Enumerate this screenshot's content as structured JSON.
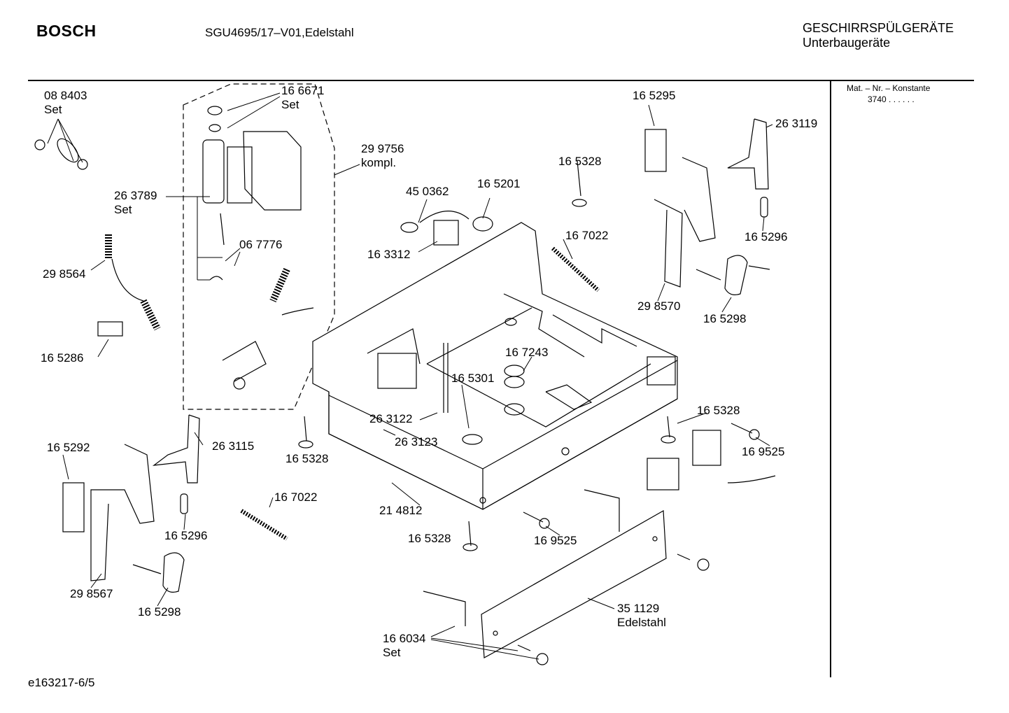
{
  "header": {
    "brand": "BOSCH",
    "model": "SGU4695/17–V01,Edelstahl",
    "category_line1": "GESCHIRRSPÜLGERÄTE",
    "category_line2": "Unterbaugeräte"
  },
  "side_panel": {
    "title": "Mat. – Nr. – Konstante",
    "value": "3740  .  .  .  .  .  ."
  },
  "footer": {
    "code": "e163217-6/5"
  },
  "parts": [
    {
      "id": "088403",
      "number": "08 8403",
      "note": "Set"
    },
    {
      "id": "166671",
      "number": "16 6671",
      "note": "Set"
    },
    {
      "id": "299756",
      "number": "29 9756",
      "note": "kompl."
    },
    {
      "id": "263789",
      "number": "26 3789",
      "note": "Set"
    },
    {
      "id": "067776",
      "number": "06 7776",
      "note": ""
    },
    {
      "id": "298564",
      "number": "29 8564",
      "note": ""
    },
    {
      "id": "165286",
      "number": "16 5286",
      "note": ""
    },
    {
      "id": "450362",
      "number": "45 0362",
      "note": ""
    },
    {
      "id": "165201",
      "number": "16 5201",
      "note": ""
    },
    {
      "id": "163312",
      "number": "16 3312",
      "note": ""
    },
    {
      "id": "165328a",
      "number": "16 5328",
      "note": ""
    },
    {
      "id": "167022a",
      "number": "16 7022",
      "note": ""
    },
    {
      "id": "165295",
      "number": "16 5295",
      "note": ""
    },
    {
      "id": "263119",
      "number": "26 3119",
      "note": ""
    },
    {
      "id": "165296a",
      "number": "16 5296",
      "note": ""
    },
    {
      "id": "298570",
      "number": "29 8570",
      "note": ""
    },
    {
      "id": "165298a",
      "number": "16 5298",
      "note": ""
    },
    {
      "id": "167243",
      "number": "16 7243",
      "note": ""
    },
    {
      "id": "165301",
      "number": "16 5301",
      "note": ""
    },
    {
      "id": "263122",
      "number": "26 3122",
      "note": ""
    },
    {
      "id": "263123",
      "number": "26 3123",
      "note": ""
    },
    {
      "id": "165328b",
      "number": "16 5328",
      "note": ""
    },
    {
      "id": "165328c",
      "number": "16 5328",
      "note": ""
    },
    {
      "id": "169525a",
      "number": "16 9525",
      "note": ""
    },
    {
      "id": "165292",
      "number": "16 5292",
      "note": ""
    },
    {
      "id": "263115",
      "number": "26 3115",
      "note": ""
    },
    {
      "id": "167022b",
      "number": "16 7022",
      "note": ""
    },
    {
      "id": "165296b",
      "number": "16 5296",
      "note": ""
    },
    {
      "id": "214812",
      "number": "21 4812",
      "note": ""
    },
    {
      "id": "165328d",
      "number": "16 5328",
      "note": ""
    },
    {
      "id": "169525b",
      "number": "16 9525",
      "note": ""
    },
    {
      "id": "298567",
      "number": "29 8567",
      "note": ""
    },
    {
      "id": "165298b",
      "number": "16 5298",
      "note": ""
    },
    {
      "id": "351129",
      "number": "35 1129",
      "note": "Edelstahl"
    },
    {
      "id": "166034",
      "number": "16 6034",
      "note": "Set"
    }
  ]
}
